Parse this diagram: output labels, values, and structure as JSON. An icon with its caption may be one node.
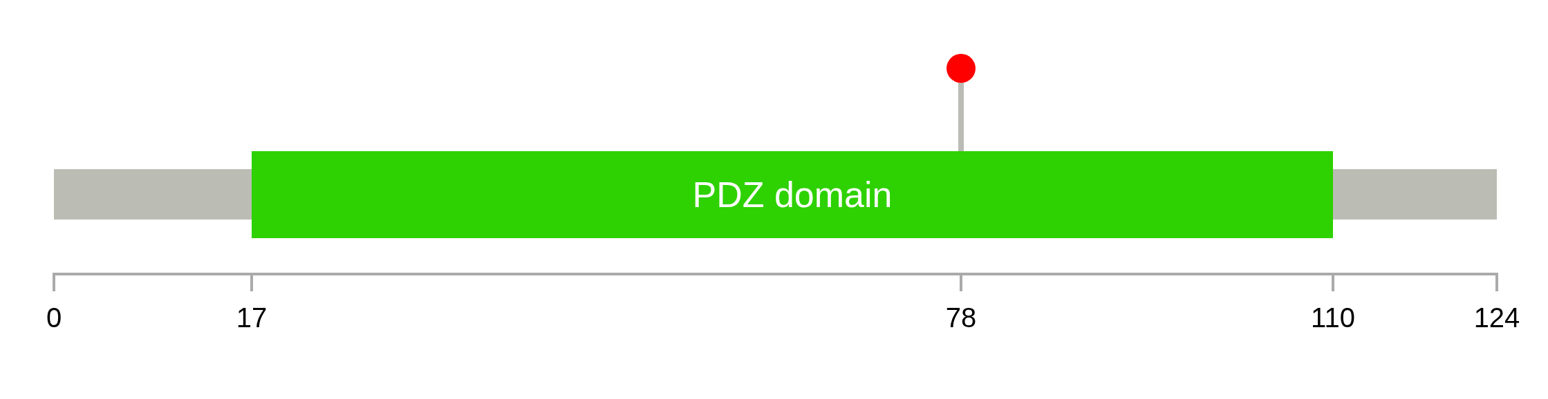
{
  "diagram": {
    "nodes": [
      {
        "text": [
          "PDZ domain"
        ]
      },
      {
        "text": [],
        "shape": "circle"
      }
    ],
    "edges": [
      {
        "from": 1,
        "to": 0,
        "arrow": "none"
      }
    ],
    "labels": [
      "0",
      "17",
      "78",
      "110",
      "124"
    ]
  }
}
